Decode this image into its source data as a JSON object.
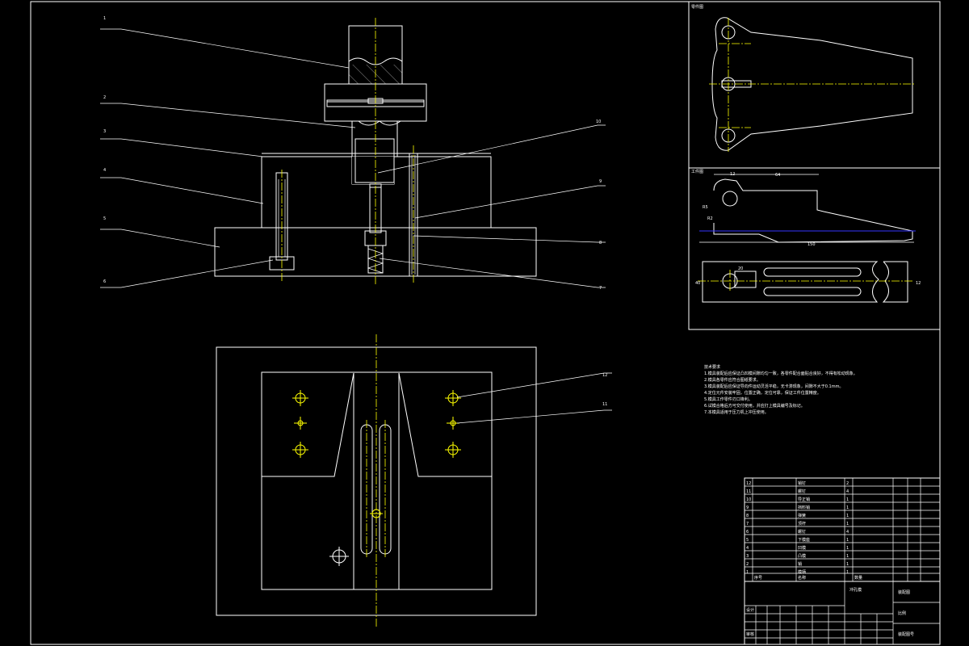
{
  "drawing": {
    "colors": {
      "background": "#000000",
      "lines": "#ffffff",
      "centerlines": "#ffff00",
      "blue": "#3333ff"
    },
    "section_view": {
      "balloons_left": [
        "1",
        "2",
        "3",
        "4",
        "5",
        "6"
      ],
      "balloons_right": [
        "10",
        "9",
        "8",
        "7"
      ]
    },
    "plan_view": {
      "balloons_right": [
        "12",
        "11"
      ]
    },
    "product_view_top": {
      "label": "零件图"
    },
    "product_view_bottom": {
      "label": "工件图",
      "dimensions": [
        "12",
        "64",
        "R5",
        "R2",
        "150",
        "40",
        "20",
        "12"
      ]
    },
    "tech_requirements": {
      "lines": [
        "技术要求",
        "1.模具装配后应保证凸凹模间隙均匀一致，各零件配合面贴合良好，不得有松动现象。",
        "2.模具各零件应符合图纸要求。",
        "3.模具装配后应保证导向件运动灵活平稳，无卡滞现象，间隙不大于0.1mm。",
        "4.定位元件安装牢固，位置正确，定位可靠，保证工件位置精度。",
        "5.模具工作零件刃口锋利。",
        "6.试模合格后方可交付使用，并应打上模具编号及标记。",
        "7.本模具适用于压力机上冲压使用。"
      ]
    },
    "title_block": {
      "parts": [
        {
          "no": "12",
          "name": "销钉",
          "qty": "2"
        },
        {
          "no": "11",
          "name": "螺钉",
          "qty": "4"
        },
        {
          "no": "10",
          "name": "导正销",
          "qty": "1"
        },
        {
          "no": "9",
          "name": "挡料销",
          "qty": "1"
        },
        {
          "no": "8",
          "name": "弹簧",
          "qty": "1"
        },
        {
          "no": "7",
          "name": "顶杆",
          "qty": "1"
        },
        {
          "no": "6",
          "name": "螺钉",
          "qty": "4"
        },
        {
          "no": "5",
          "name": "下模座",
          "qty": "1"
        },
        {
          "no": "4",
          "name": "凹模",
          "qty": "1"
        },
        {
          "no": "3",
          "name": "凸模",
          "qty": "1"
        },
        {
          "no": "2",
          "name": "销",
          "qty": "1"
        },
        {
          "no": "1",
          "name": "模柄",
          "qty": "1"
        }
      ],
      "header": {
        "no": "序号",
        "name": "名称",
        "qty": "数量"
      },
      "drawing_name": "冲孔模",
      "school": "装配图",
      "sheet": "比例",
      "drawn": "设计",
      "checked": "审核",
      "company": "装配图号"
    }
  }
}
